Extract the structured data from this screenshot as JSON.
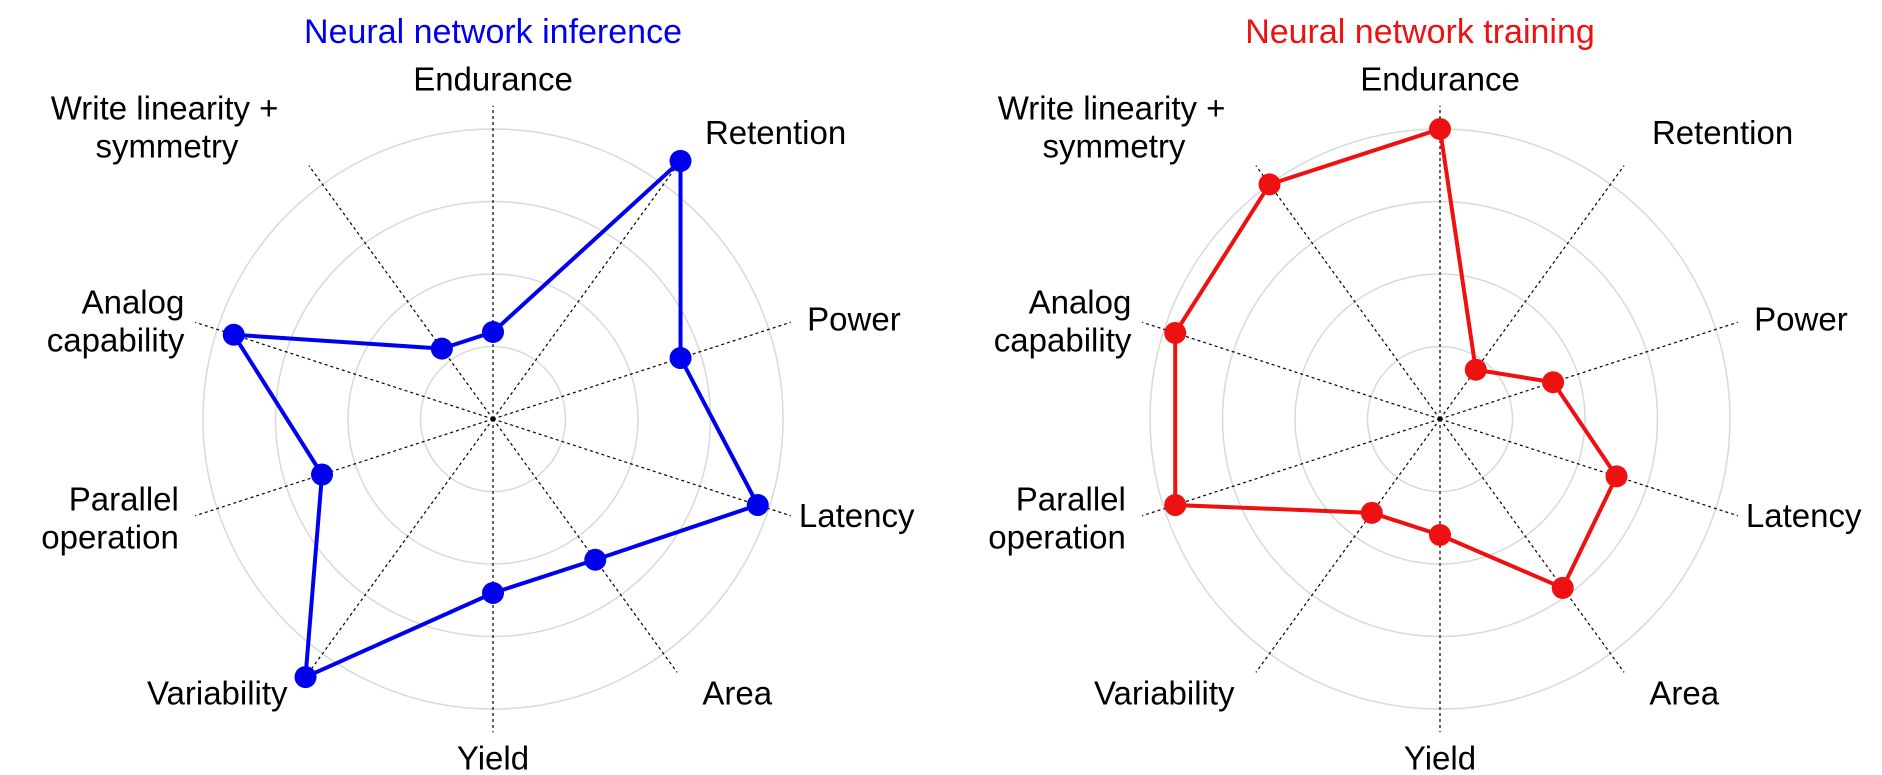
{
  "chart_data": [
    {
      "type": "radar",
      "title": "Neural network inference",
      "title_color": "#0000ee",
      "series_color": "#0000ee",
      "axes": [
        {
          "lines": [
            "Endurance"
          ]
        },
        {
          "lines": [
            "Retention"
          ]
        },
        {
          "lines": [
            "Power"
          ]
        },
        {
          "lines": [
            "Latency"
          ]
        },
        {
          "lines": [
            "Area"
          ]
        },
        {
          "lines": [
            "Yield"
          ]
        },
        {
          "lines": [
            "Variability"
          ]
        },
        {
          "lines": [
            "Parallel",
            "operation"
          ]
        },
        {
          "lines": [
            "Analog",
            "capability"
          ]
        },
        {
          "lines": [
            "Write linearity +",
            "symmetry"
          ]
        }
      ],
      "values": [
        1.5,
        5.5,
        3.4,
        4.8,
        3.0,
        3.0,
        5.5,
        3.1,
        4.7,
        1.5
      ],
      "rlim": [
        0,
        5
      ],
      "rings": 4,
      "grid": true
    },
    {
      "type": "radar",
      "title": "Neural network training",
      "title_color": "#ee1111",
      "series_color": "#ee1111",
      "axes": [
        {
          "lines": [
            "Endurance"
          ]
        },
        {
          "lines": [
            "Retention"
          ]
        },
        {
          "lines": [
            "Power"
          ]
        },
        {
          "lines": [
            "Latency"
          ]
        },
        {
          "lines": [
            "Area"
          ]
        },
        {
          "lines": [
            "Yield"
          ]
        },
        {
          "lines": [
            "Variability"
          ]
        },
        {
          "lines": [
            "Parallel",
            "operation"
          ]
        },
        {
          "lines": [
            "Analog",
            "capability"
          ]
        },
        {
          "lines": [
            "Write linearity +",
            "symmetry"
          ]
        }
      ],
      "values": [
        5.0,
        1.05,
        2.05,
        3.2,
        3.6,
        2.0,
        2.0,
        4.8,
        4.8,
        5.0
      ],
      "rlim": [
        0,
        5
      ],
      "rings": 4,
      "grid": true
    }
  ]
}
